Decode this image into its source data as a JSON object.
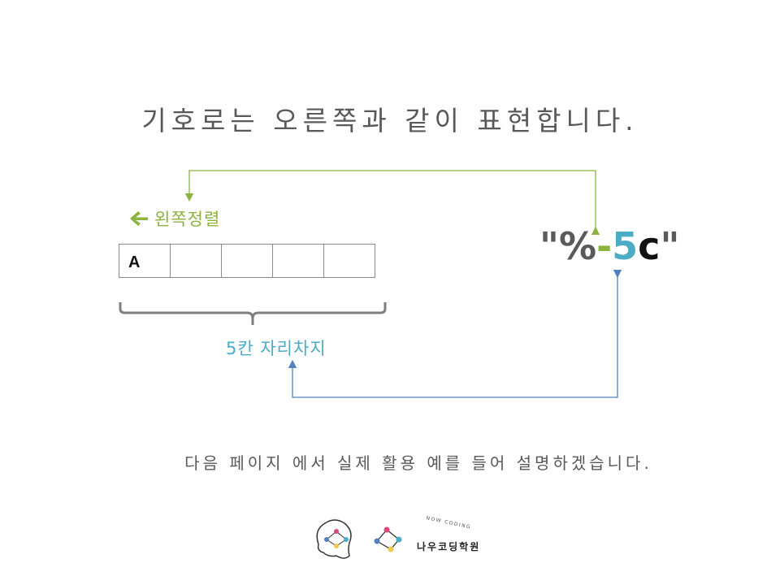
{
  "heading": "기호로는 오른쪽과 같이 표현합니다.",
  "align_label": "왼쪽정렬",
  "cells": [
    "A",
    "",
    "",
    "",
    ""
  ],
  "format": {
    "quote_open": "\"",
    "percent": "%",
    "minus": "-",
    "width": "5",
    "conversion": "c",
    "quote_close": "\""
  },
  "brace_label": "5칸 자리차지",
  "footer": "다음 페이지 에서 실제 활용 예를 들어 설명하겠습니다.",
  "brand": {
    "name": "나우코딩학원",
    "sub": "NOW CODING"
  },
  "colors": {
    "green": "#8DB33F",
    "blue": "#4BACC6",
    "dark_blue": "#4F81BD",
    "text_gray": "#595959"
  }
}
